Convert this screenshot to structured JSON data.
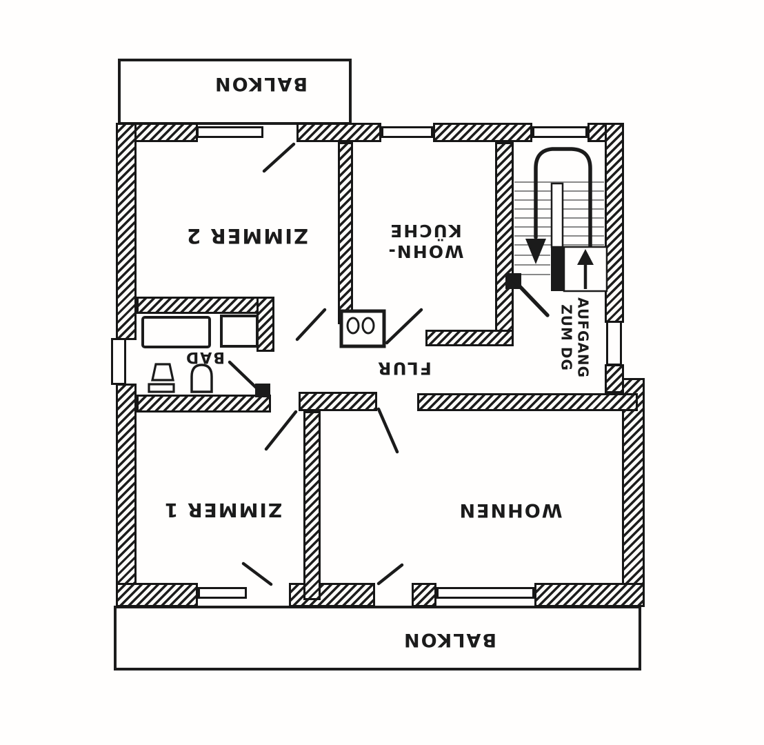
{
  "labels": {
    "balcony_top": "BALKON",
    "room_zimmer2": "ZIMMER 2",
    "room_wohnkueche_line1": "WOHN-",
    "room_wohnkueche_line2": "KÜCHE",
    "hall": "FLUR",
    "bath": "BAD",
    "room_zimmer1": "ZIMMER 1",
    "room_wohnen": "WOHNEN",
    "balcony_bottom": "BALKON",
    "stairs_line1": "AUFGANG",
    "stairs_line2": "ZUM DG"
  },
  "colors": {
    "ink": "#1b1b1b",
    "paper": "#fffefd"
  },
  "notes": {
    "orientation": "all room labels drawn rotated 180°, stair label rotated 90°"
  }
}
